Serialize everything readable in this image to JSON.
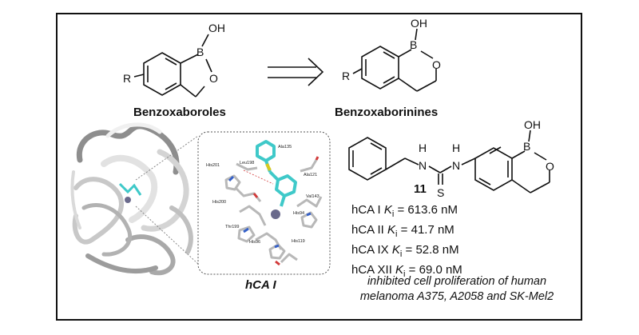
{
  "left_structure": {
    "name": "Benzoxaboroles",
    "atoms": {
      "oh": "OH",
      "b": "B",
      "o": "O",
      "r": "R"
    }
  },
  "right_structure": {
    "name": "Benzoxaborinines",
    "atoms": {
      "oh": "OH",
      "b": "B",
      "o": "O",
      "r": "R"
    }
  },
  "compound": {
    "number": "11",
    "atoms": {
      "nh1": "H",
      "n1": "N",
      "nh2": "H",
      "n2": "N",
      "s": "S",
      "oh": "OH",
      "b": "B",
      "o": "O"
    }
  },
  "activities": [
    {
      "enzyme": "hCA I",
      "ki_symbol": "K",
      "ki_sub": "i",
      "value": "= 613.6 nM"
    },
    {
      "enzyme": "hCA II",
      "ki_symbol": "K",
      "ki_sub": "i",
      "value": "= 41.7 nM"
    },
    {
      "enzyme": "hCA IX",
      "ki_symbol": "K",
      "ki_sub": "i",
      "value": "= 52.8 nM"
    },
    {
      "enzyme": "hCA XII",
      "ki_symbol": "K",
      "ki_sub": "i",
      "value": "= 69.0 nM"
    }
  ],
  "note": {
    "line1": "inhibited cell proliferation of human",
    "line2": "melanoma A375, A2058 and SK-Mel2"
  },
  "docking": {
    "label": "hCA I",
    "residues": [
      "Ala135",
      "His201",
      "Leu198",
      "Ala121",
      "His200",
      "Val143",
      "His94",
      "Thr199",
      "His96",
      "His119"
    ]
  },
  "colors": {
    "ligand": "#3fc9c9",
    "sulfur": "#d9c820",
    "zinc": "#6a6a8c",
    "protein": "#b8b8b8"
  }
}
